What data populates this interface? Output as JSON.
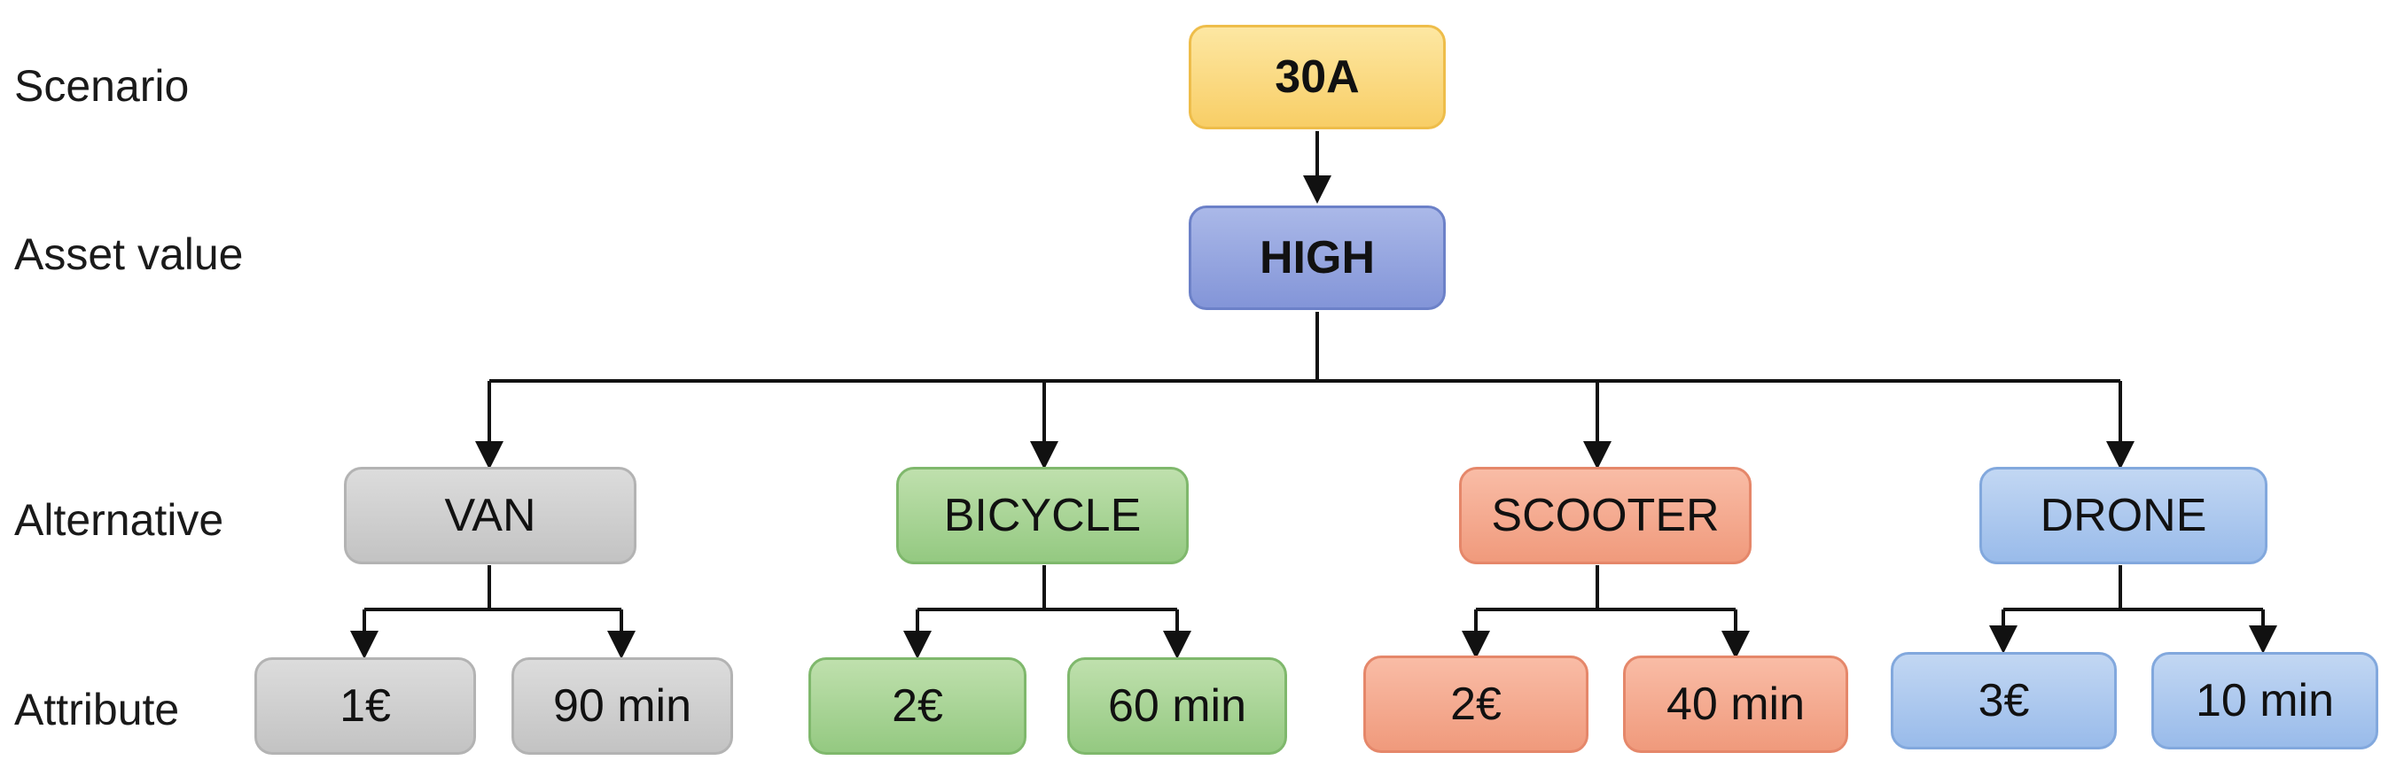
{
  "rows": {
    "scenario": "Scenario",
    "asset_value": "Asset value",
    "alternative": "Alternative",
    "attribute": "Attribute"
  },
  "scenario": {
    "label": "30A",
    "color": "#f8ce66"
  },
  "asset": {
    "label": "HIGH",
    "color": "#8395d8"
  },
  "alternatives": [
    {
      "label": "VAN",
      "color": "#c3c3c3",
      "attributes": [
        "1€",
        "90 min"
      ]
    },
    {
      "label": "BICYCLE",
      "color": "#94c981",
      "attributes": [
        "2€",
        "60 min"
      ]
    },
    {
      "label": "SCOOTER",
      "color": "#f09a7c",
      "attributes": [
        "2€",
        "40 min"
      ]
    },
    {
      "label": "DRONE",
      "color": "#99bbea",
      "attributes": [
        "3€",
        "10 min"
      ]
    }
  ]
}
